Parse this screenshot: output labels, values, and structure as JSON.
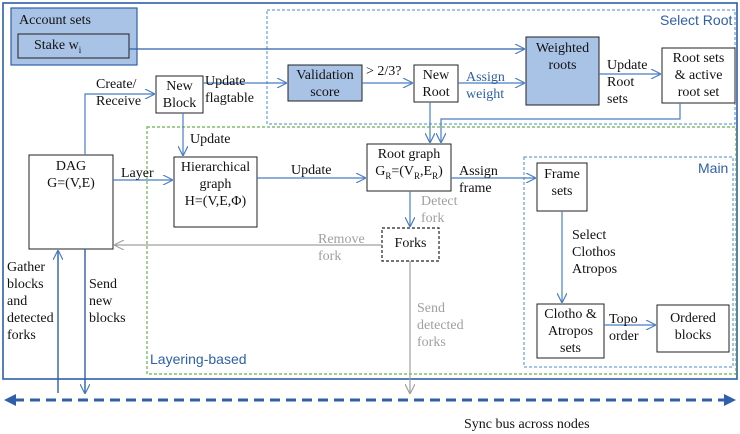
{
  "regions": {
    "select_root": "Select Root",
    "main": "Main",
    "layering": "Layering-based"
  },
  "nodes": {
    "account_sets": "Account sets",
    "stake": "Stake w",
    "stake_sub": "i",
    "new_block_1": "New",
    "new_block_2": "Block",
    "validation_1": "Validation",
    "validation_2": "score",
    "new_root_1": "New",
    "new_root_2": "Root",
    "weighted_1": "Weighted",
    "weighted_2": "roots",
    "root_sets_1": "Root sets",
    "root_sets_2": "& active",
    "root_sets_3": "root set",
    "dag_1": "DAG",
    "dag_2": "G=(V,E)",
    "hier_1": "Hierarchical",
    "hier_2": "graph",
    "hier_3": "H=(V,E,Φ)",
    "root_graph_1": "Root graph",
    "root_graph_2a": "G",
    "root_graph_2s": "R",
    "root_graph_2b": "=(V",
    "root_graph_2s2": "R",
    "root_graph_2c": ",E",
    "root_graph_2s3": "R",
    "root_graph_2d": ")",
    "forks": "Forks",
    "frame_1": "Frame",
    "frame_2": "sets",
    "clotho_1": "Clotho &",
    "clotho_2": "Atropos",
    "clotho_3": "sets",
    "ordered_1": "Ordered",
    "ordered_2": "blocks"
  },
  "edges": {
    "create_1": "Create/",
    "create_2": "Receive",
    "update_flag_1": "Update",
    "update_flag_2": "flagtable",
    "gt23": "> 2/3?",
    "assign_weight_1": "Assign",
    "assign_weight_2": "weight",
    "update_root_1": "Update",
    "update_root_2": "Root",
    "update_root_3": "sets",
    "update_hier": "Update",
    "layer": "Layer",
    "update_rg": "Update",
    "assign_frame_1": "Assign",
    "assign_frame_2": "frame",
    "detect_fork_1": "Detect",
    "detect_fork_2": "fork",
    "remove_fork_1": "Remove",
    "remove_fork_2": "fork",
    "select_1": "Select",
    "select_2": "Clothos",
    "select_3": "Atropos",
    "topo_1": "Topo",
    "topo_2": "order",
    "gather_1": "Gather",
    "gather_2": "blocks",
    "gather_3": "and",
    "gather_4": "detected",
    "gather_5": "forks",
    "send_1": "Send",
    "send_2": "new",
    "send_3": "blocks",
    "send_forks_1": "Send",
    "send_forks_2": "detected",
    "send_forks_3": "forks"
  },
  "sync_bus": "Sync bus across nodes",
  "colors": {
    "blue_line": "#4a7ec4",
    "box_fill": "#a9c3e6",
    "dark_blue": "#2f5fa8",
    "green_dash": "#6ab04c",
    "gray": "#a0a0a0"
  }
}
